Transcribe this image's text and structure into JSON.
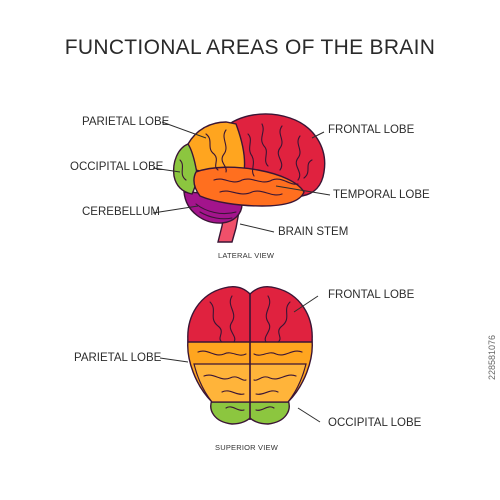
{
  "title": "FUNCTIONAL AREAS OF THE BRAIN",
  "lateral": {
    "view_label": "LATERAL VIEW",
    "labels": {
      "parietal": "PARIETAL LOBE",
      "occipital": "OCCIPITAL LOBE",
      "cerebellum": "CEREBELLUM",
      "frontal": "FRONTAL LOBE",
      "temporal": "TEMPORAL LOBE",
      "brain_stem": "BRAIN STEM"
    }
  },
  "superior": {
    "view_label": "SUPERIOR VIEW",
    "labels": {
      "frontal": "FRONTAL LOBE",
      "parietal": "PARIETAL LOBE",
      "occipital": "OCCIPITAL LOBE"
    }
  },
  "watermark": "228581076",
  "colors": {
    "frontal": "#e0223f",
    "parietal": "#ffa51f",
    "occipital": "#8cc63f",
    "temporal": "#ff6f1f",
    "cerebellum": "#a3148c",
    "brain_stem": "#f0506a",
    "outline": "#3a1535"
  }
}
